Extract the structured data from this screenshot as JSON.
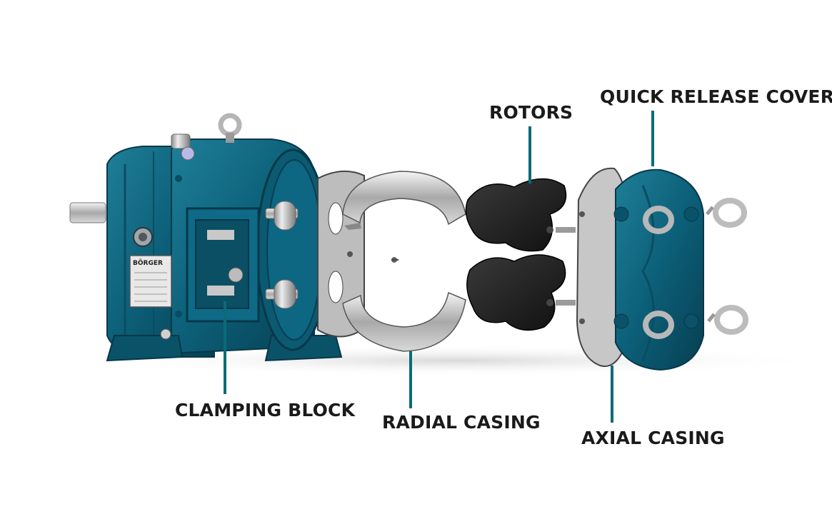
{
  "colors": {
    "pump_teal": "#0c5f78",
    "pump_teal_dark": "#073f52",
    "leader_line": "#0b6b78",
    "label_text": "#1a1a1a",
    "rotor_black": "#1c1c1c",
    "casing_steel": "#c9c9c9",
    "background": "#ffffff"
  },
  "nameplate": {
    "brand": "BÖRGER"
  },
  "labels": {
    "quick_release_cover": "QUICK RELEASE COVER",
    "rotors": "ROTORS",
    "clamping_block": "CLAMPING BLOCK",
    "radial_casing": "RADIAL CASING",
    "axial_casing": "AXIAL CASING"
  },
  "icons": {
    "pump_body": "pump-body-icon",
    "end_plate": "end-plate-icon",
    "radial_casing": "radial-casing-icon",
    "rotors": "rotors-icon",
    "axial_casing": "axial-casing-icon",
    "quick_release_cover": "quick-release-cover-icon",
    "eye_bolts": "eye-bolt-icon"
  }
}
